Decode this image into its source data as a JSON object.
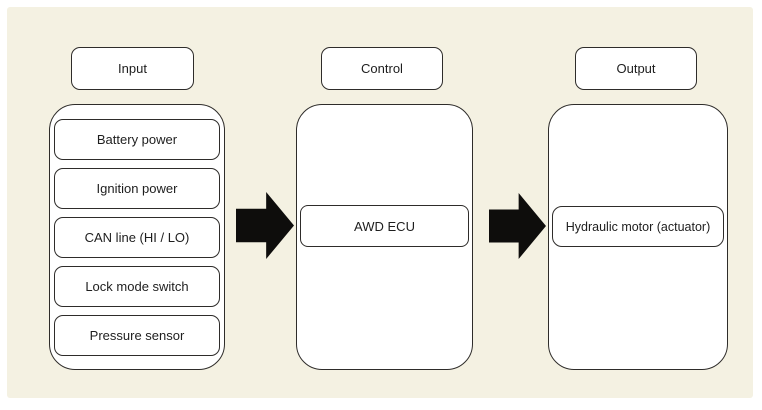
{
  "diagram": {
    "panel_background": "#f4f1e2",
    "box_border_color": "#2e2c2a",
    "box_fill_color": "#ffffff",
    "arrow_color": "#0e0d0c",
    "text_color": "#1e1e1e",
    "columns": [
      {
        "label": "Input",
        "items": [
          "Battery power",
          "Ignition power",
          "CAN line (HI / LO)",
          "Lock mode switch",
          "Pressure sensor"
        ]
      },
      {
        "label": "Control",
        "items": [
          "AWD ECU"
        ]
      },
      {
        "label": "Output",
        "items": [
          "Hydraulic motor (actuator)"
        ]
      }
    ],
    "arrows": [
      "input-to-control",
      "control-to-output"
    ]
  }
}
